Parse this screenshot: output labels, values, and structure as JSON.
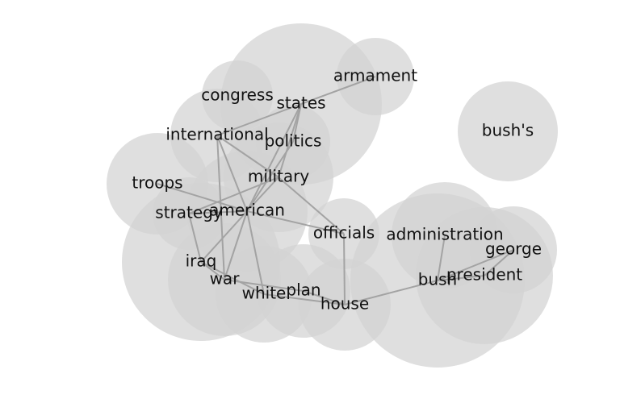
{
  "diagram": {
    "nodes": [
      {
        "id": "states",
        "label": "states"
      },
      {
        "id": "armament",
        "label": "armament"
      },
      {
        "id": "congress",
        "label": "congress"
      },
      {
        "id": "international",
        "label": "international"
      },
      {
        "id": "politics",
        "label": "politics"
      },
      {
        "id": "military",
        "label": "military"
      },
      {
        "id": "troops",
        "label": "troops"
      },
      {
        "id": "strategy",
        "label": "strategy"
      },
      {
        "id": "american",
        "label": "american"
      },
      {
        "id": "officials",
        "label": "officials"
      },
      {
        "id": "iraq",
        "label": "iraq"
      },
      {
        "id": "war",
        "label": "war"
      },
      {
        "id": "white",
        "label": "white"
      },
      {
        "id": "plan",
        "label": "plan"
      },
      {
        "id": "house",
        "label": "house"
      },
      {
        "id": "administration",
        "label": "administration"
      },
      {
        "id": "bush",
        "label": "bush"
      },
      {
        "id": "george",
        "label": "george"
      },
      {
        "id": "president",
        "label": "president"
      },
      {
        "id": "bushs",
        "label": "bush's"
      }
    ],
    "edges": [
      [
        "states",
        "armament"
      ],
      [
        "states",
        "international"
      ],
      [
        "states",
        "politics"
      ],
      [
        "states",
        "military"
      ],
      [
        "states",
        "american"
      ],
      [
        "international",
        "military"
      ],
      [
        "international",
        "american"
      ],
      [
        "international",
        "war"
      ],
      [
        "politics",
        "american"
      ],
      [
        "military",
        "strategy"
      ],
      [
        "military",
        "american"
      ],
      [
        "military",
        "officials"
      ],
      [
        "troops",
        "american"
      ],
      [
        "strategy",
        "iraq"
      ],
      [
        "strategy",
        "american"
      ],
      [
        "american",
        "officials"
      ],
      [
        "american",
        "iraq"
      ],
      [
        "american",
        "war"
      ],
      [
        "american",
        "white"
      ],
      [
        "iraq",
        "war"
      ],
      [
        "iraq",
        "white"
      ],
      [
        "war",
        "plan"
      ],
      [
        "white",
        "house"
      ],
      [
        "plan",
        "house"
      ],
      [
        "officials",
        "house"
      ],
      [
        "house",
        "bush"
      ],
      [
        "bush",
        "administration"
      ],
      [
        "bush",
        "george"
      ],
      [
        "bush",
        "president"
      ],
      [
        "george",
        "president"
      ]
    ]
  }
}
